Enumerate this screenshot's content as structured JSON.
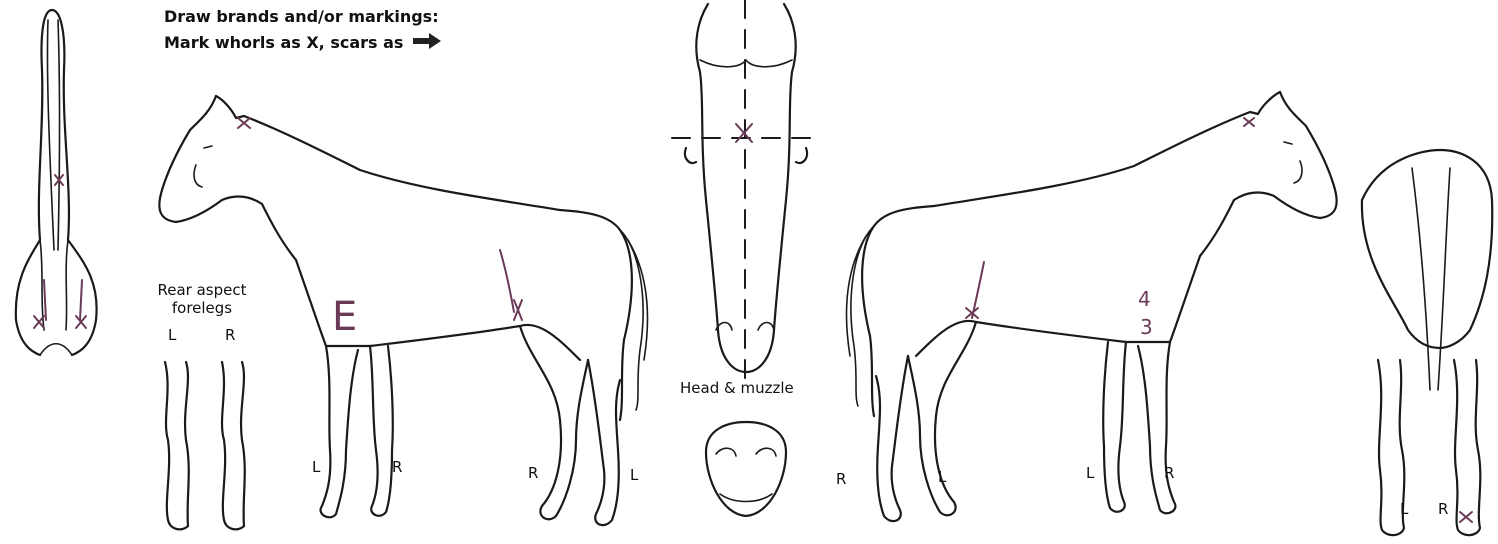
{
  "header": {
    "line1": "Draw brands and/or markings:",
    "line2": "Mark whorls as X, scars as"
  },
  "labels": {
    "rear_aspect": [
      "Rear aspect",
      "forelegs"
    ],
    "forelegs_L": "L",
    "forelegs_R": "R",
    "head_muzzle": "Head & muzzle",
    "left_side_L": "L",
    "left_side_R_front": "R",
    "left_side_R_hind": "R",
    "left_side_L_hind": "L",
    "right_side_R_hind": "R",
    "right_side_L_hind": "L",
    "right_side_L_front": "L",
    "right_side_R_front": "R",
    "hind_view_L": "L",
    "hind_view_R": "R"
  },
  "handwritten": {
    "brand_letter": "E",
    "number_top": "4",
    "number_bottom": "3"
  },
  "colors": {
    "ink": "#6b3a57",
    "line": "#1a1a1a"
  }
}
